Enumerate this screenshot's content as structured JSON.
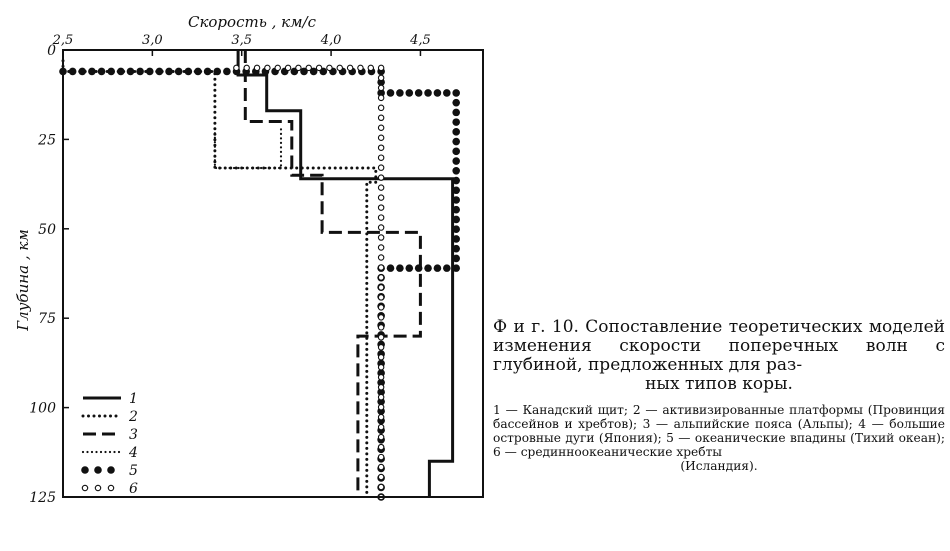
{
  "chart_data": {
    "type": "line",
    "title": "",
    "xlabel": "Скорость , км/с",
    "ylabel": "Глубина , км",
    "xlim": [
      2.5,
      4.85
    ],
    "ylim": [
      0,
      125
    ],
    "y_inverted": true,
    "x_ticks": [
      "2,5",
      "3,0",
      "3,5",
      "4,0",
      "4,5"
    ],
    "x_tick_values": [
      2.5,
      3.0,
      3.5,
      4.0,
      4.5
    ],
    "y_ticks": [
      "0",
      "25",
      "50",
      "75",
      "100",
      "125"
    ],
    "y_tick_values": [
      0,
      25,
      50,
      75,
      100,
      125
    ],
    "x_axis_position": "top",
    "grid": false,
    "legend_position": "bottom-left",
    "series": [
      {
        "name": "1",
        "style": "solid",
        "points": [
          [
            3.48,
            0
          ],
          [
            3.48,
            7
          ],
          [
            3.64,
            7
          ],
          [
            3.64,
            17
          ],
          [
            3.83,
            17
          ],
          [
            3.83,
            36
          ],
          [
            4.68,
            36
          ],
          [
            4.68,
            115
          ],
          [
            4.55,
            115
          ],
          [
            4.55,
            125
          ]
        ]
      },
      {
        "name": "2",
        "style": "dotted",
        "points": [
          [
            2.5,
            3
          ],
          [
            2.5,
            6
          ],
          [
            3.35,
            6
          ],
          [
            3.35,
            33
          ],
          [
            4.25,
            33
          ],
          [
            4.25,
            37
          ],
          [
            4.2,
            37
          ],
          [
            4.2,
            125
          ]
        ]
      },
      {
        "name": "3",
        "style": "dashed",
        "points": [
          [
            3.52,
            0
          ],
          [
            3.52,
            20
          ],
          [
            3.78,
            20
          ],
          [
            3.78,
            35
          ],
          [
            3.95,
            35
          ],
          [
            3.95,
            51
          ],
          [
            4.5,
            51
          ],
          [
            4.5,
            80
          ],
          [
            4.15,
            80
          ],
          [
            4.15,
            125
          ]
        ]
      },
      {
        "name": "4",
        "style": "dotted-fine",
        "points": [
          [
            3.35,
            22
          ],
          [
            3.35,
            33
          ],
          [
            3.72,
            33
          ],
          [
            3.72,
            22
          ]
        ]
      },
      {
        "name": "5",
        "style": "filled-dots",
        "points": [
          [
            2.5,
            6
          ],
          [
            4.28,
            6
          ],
          [
            4.28,
            12
          ],
          [
            4.7,
            12
          ],
          [
            4.7,
            61
          ],
          [
            4.28,
            61
          ],
          [
            4.28,
            125
          ]
        ]
      },
      {
        "name": "6",
        "style": "open-dots",
        "points": [
          [
            3.47,
            5
          ],
          [
            4.28,
            5
          ],
          [
            4.28,
            125
          ]
        ]
      }
    ]
  },
  "legend": [
    "1",
    "2",
    "3",
    "4",
    "5",
    "6"
  ],
  "caption": {
    "main": "Ф и г. 10. Сопоставление теоретических моделей изменения скорости поперечных волн с глубиной, предложенных для раз-",
    "main_last": "ных типов коры.",
    "legend_text": "1 — Канадский щит; 2 — активизированные платформы (Провинция бассейнов и хребтов); 3 — альпийские пояса (Альпы); 4 — большие островные дуги (Япония); 5 — океанические впадины (Тихий океан); 6 — срединноокеанические хребты",
    "legend_last": "(Исландия)."
  }
}
